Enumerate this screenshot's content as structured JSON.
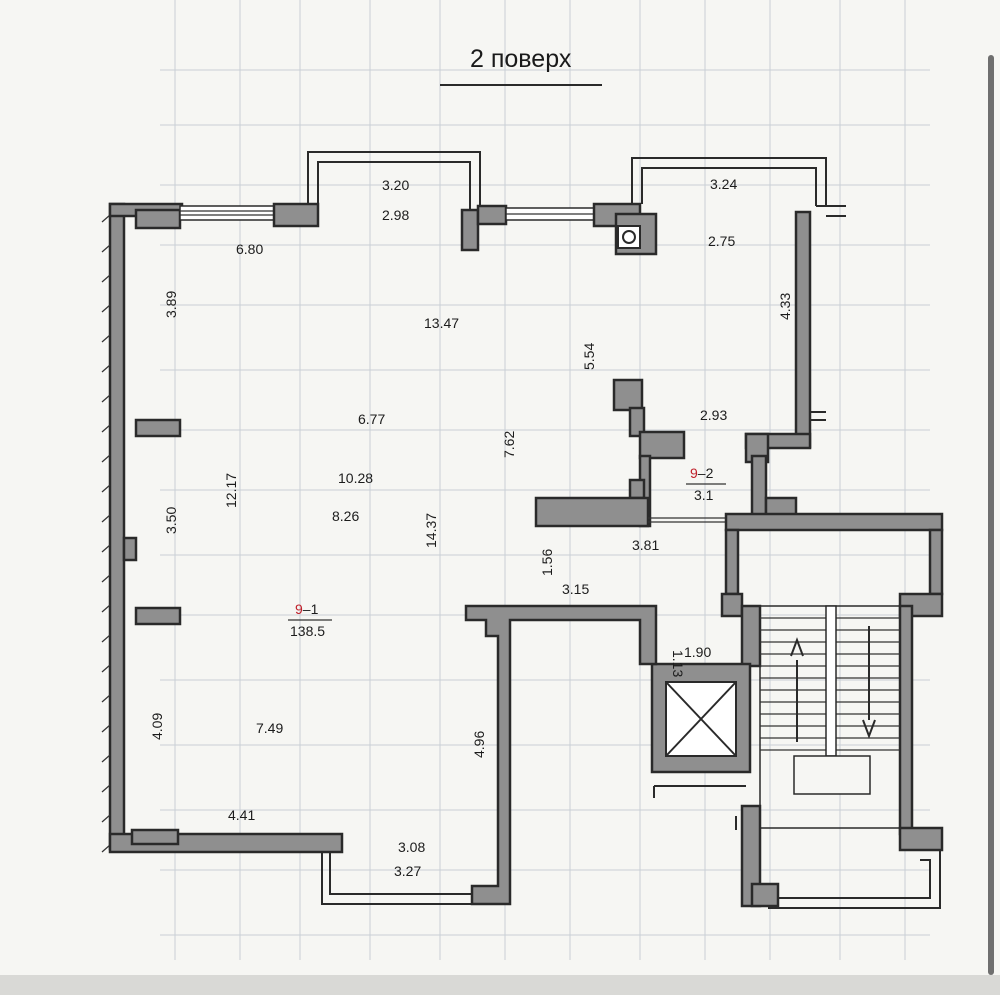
{
  "title": "2 поверх",
  "apartments": [
    {
      "number": "9",
      "index": "1",
      "area": "138.5"
    },
    {
      "number": "9",
      "index": "2",
      "area": "3.1"
    }
  ],
  "dimensions": {
    "top_bay_width": "3.20",
    "top_bay_inner": "2.98",
    "top_right_width": "3.24",
    "left_top_width": "6.80",
    "right_room_width": "2.75",
    "right_room_height": "4.33",
    "left_upper_height": "3.89",
    "living_area": "13.47",
    "corridor_length": "5.54",
    "right_lower_width": "2.93",
    "dim_677": "6.77",
    "dim_762": "7.62",
    "dim_1217": "12.17",
    "dim_1028": "10.28",
    "dim_826": "8.26",
    "dim_1437": "14.37",
    "left_middle_height": "3.50",
    "dim_381": "3.81",
    "dim_156": "1.56",
    "dim_315": "3.15",
    "dim_113": "1.13",
    "dim_190": "1.90",
    "left_lower_height": "4.09",
    "dim_749": "7.49",
    "dim_496": "4.96",
    "bottom_left_width": "4.41",
    "bottom_inner": "3.08",
    "bottom_outer": "3.27"
  }
}
